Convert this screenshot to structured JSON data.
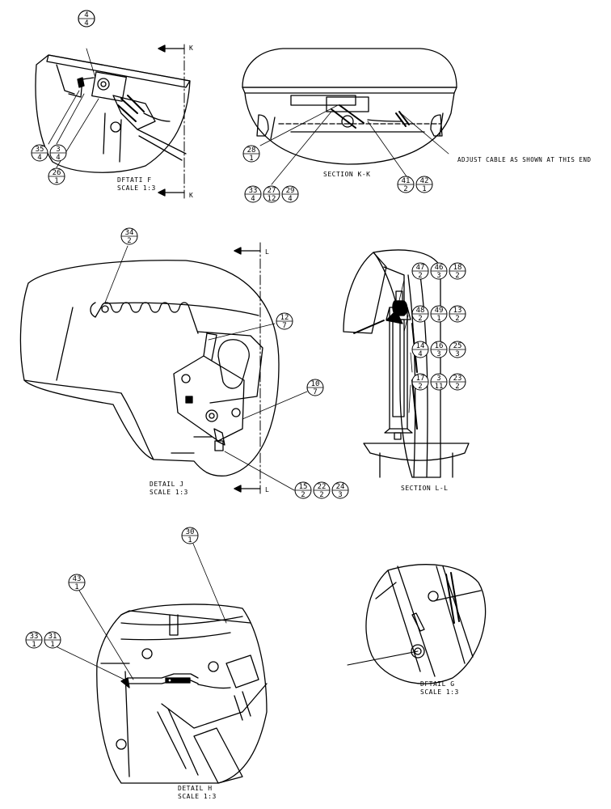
{
  "details": {
    "f": {
      "title": "DFTATI  F",
      "scale": "SCALE  1:3"
    },
    "section_k": {
      "title": "SECTION  K-K",
      "note": "ADJUST CABLE AS SHOWN AT THIS END",
      "cut_label": "K"
    },
    "j": {
      "title": "DETAIL  J",
      "scale": "SCALE  1:3",
      "cut_label": "L"
    },
    "section_l": {
      "title": "SECTION  L-L"
    },
    "h": {
      "title": "DETAIL  H",
      "scale": "SCALE  1:3"
    },
    "g": {
      "title": "DFTAIL  G",
      "scale": "SCALE  1:3"
    }
  },
  "balloons": {
    "f": [
      {
        "item": "4",
        "qty": "4"
      },
      {
        "item": "35",
        "qty": "4"
      },
      {
        "item": "3",
        "qty": "4"
      },
      {
        "item": "26",
        "qty": "1"
      }
    ],
    "k": [
      {
        "item": "28",
        "qty": "1"
      },
      {
        "item": "33",
        "qty": "4"
      },
      {
        "item": "27",
        "qty": "12"
      },
      {
        "item": "29",
        "qty": "4"
      },
      {
        "item": "41",
        "qty": "2"
      },
      {
        "item": "42",
        "qty": "1"
      }
    ],
    "j": [
      {
        "item": "34",
        "qty": "2"
      },
      {
        "item": "12",
        "qty": "7"
      },
      {
        "item": "10",
        "qty": "7"
      },
      {
        "item": "15",
        "qty": "2"
      },
      {
        "item": "22",
        "qty": "2"
      },
      {
        "item": "24",
        "qty": "3"
      }
    ],
    "l": [
      {
        "item": "47",
        "qty": "2"
      },
      {
        "item": "46",
        "qty": "3"
      },
      {
        "item": "18",
        "qty": "2"
      },
      {
        "item": "48",
        "qty": "2"
      },
      {
        "item": "49",
        "qty": "1"
      },
      {
        "item": "13",
        "qty": "2"
      },
      {
        "item": "14",
        "qty": "4"
      },
      {
        "item": "16",
        "qty": "3"
      },
      {
        "item": "25",
        "qty": "3"
      },
      {
        "item": "17",
        "qty": "2"
      },
      {
        "item": "3",
        "qty": "11"
      },
      {
        "item": "23",
        "qty": "2"
      }
    ],
    "h": [
      {
        "item": "30",
        "qty": "1"
      },
      {
        "item": "43",
        "qty": "1"
      },
      {
        "item": "33",
        "qty": "1"
      },
      {
        "item": "31",
        "qty": "1"
      }
    ]
  }
}
